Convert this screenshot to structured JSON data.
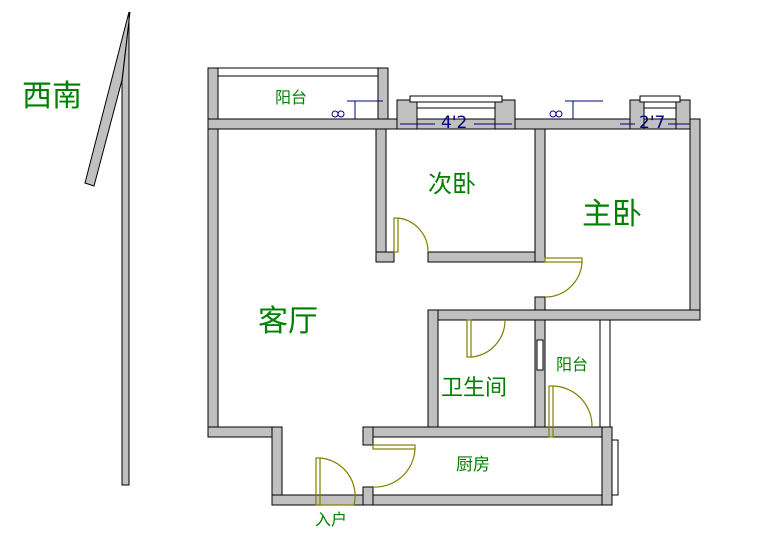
{
  "compass": {
    "label": "西南"
  },
  "rooms": {
    "balcony_top": "阳台",
    "second_bedroom": "次卧",
    "master_bedroom": "主卧",
    "living_room": "客厅",
    "bathroom": "卫生间",
    "balcony_side": "阳台",
    "kitchen": "厨房",
    "entrance": "入户"
  },
  "dimensions": {
    "window_left": "4'2",
    "window_right": "2'7"
  },
  "colors": {
    "wall": "#c0c0c0",
    "label": "#008000",
    "dimension": "#000080",
    "door": "#808000"
  }
}
